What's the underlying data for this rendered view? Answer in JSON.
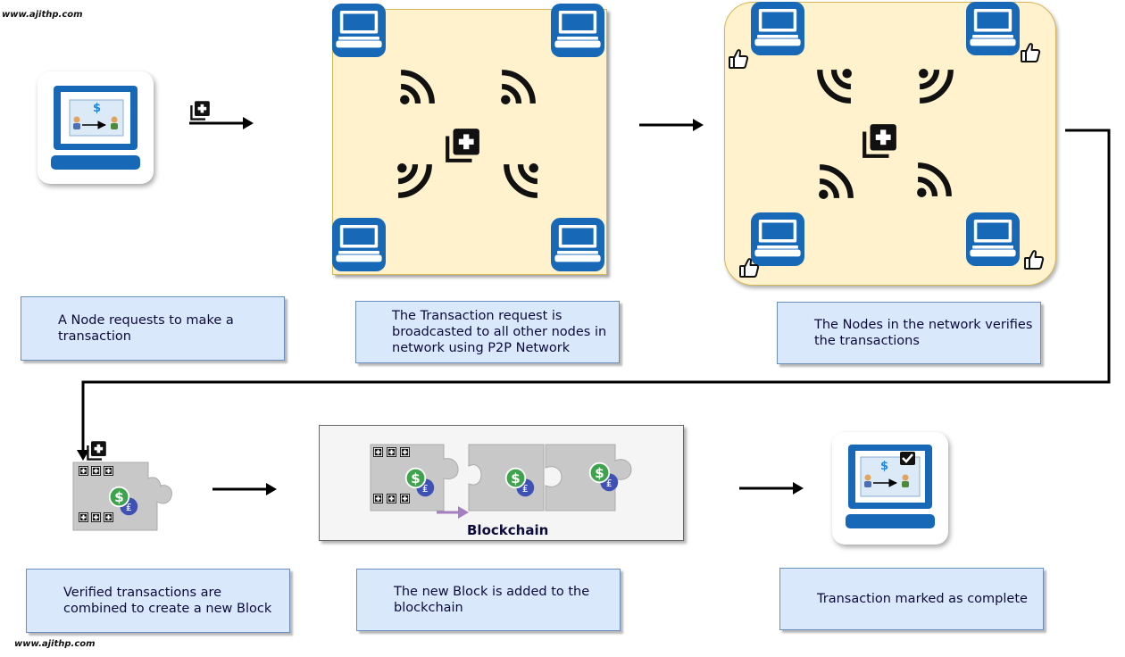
{
  "watermark_top": "www.ajithp.com",
  "watermark_bottom": "www.ajithp.com",
  "steps": [
    {
      "caption": "A Node requests to make a transaction"
    },
    {
      "caption": "The Transaction request is broadcasted to all other nodes in network using P2P Network"
    },
    {
      "caption": "The Nodes in the network verifies the transactions"
    },
    {
      "caption": "Verified transactions are combined to create a new Block"
    },
    {
      "caption": "The new Block is added to the blockchain"
    },
    {
      "caption": "Transaction marked as complete"
    }
  ],
  "chain_label": "Blockchain",
  "icons": {
    "node": "laptop-icon",
    "wifi": "wifi-icon",
    "add": "add-block-icon",
    "approve": "thumbs-up-icon",
    "dollar": "dollar-coin-icon",
    "check": "check-icon"
  },
  "colors": {
    "panel_fill": "#fff2cc",
    "caption_fill": "#dae8fc",
    "laptop_blue": "#1565c0",
    "coin_green": "#3fa34d",
    "coin_blue": "#3f51b5",
    "chain_arrow": "#a57fc1"
  }
}
